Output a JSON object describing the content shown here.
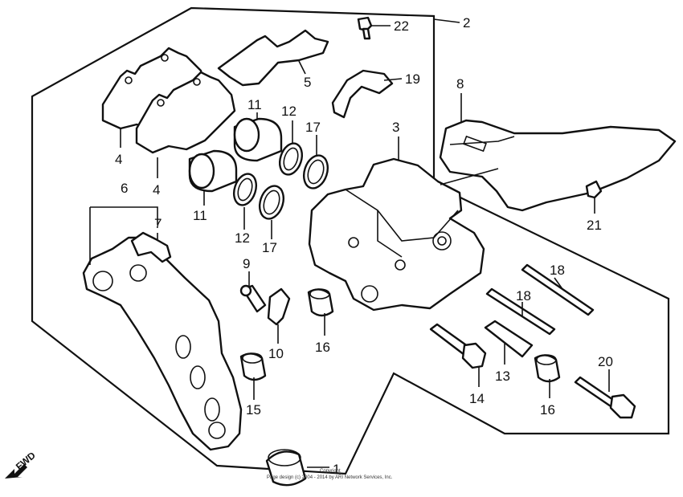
{
  "diagram": {
    "callouts": {
      "c1": "1",
      "c2": "2",
      "c3": "3",
      "c4a": "4",
      "c4b": "4",
      "c5": "5",
      "c6": "6",
      "c7": "7",
      "c8": "8",
      "c9": "9",
      "c10": "10",
      "c11a": "11",
      "c11b": "11",
      "c12a": "12",
      "c12b": "12",
      "c13": "13",
      "c14": "14",
      "c15": "15",
      "c16a": "16",
      "c16b": "16",
      "c17a": "17",
      "c17b": "17",
      "c18a": "18",
      "c18b": "18",
      "c19": "19",
      "c20": "20",
      "c21": "21",
      "c22": "22"
    },
    "fwd_label": "FWD",
    "copyright_line1": "Copyright",
    "copyright_line2": "Page design (c) 2004 - 2014 by ARI Network Services, Inc."
  }
}
